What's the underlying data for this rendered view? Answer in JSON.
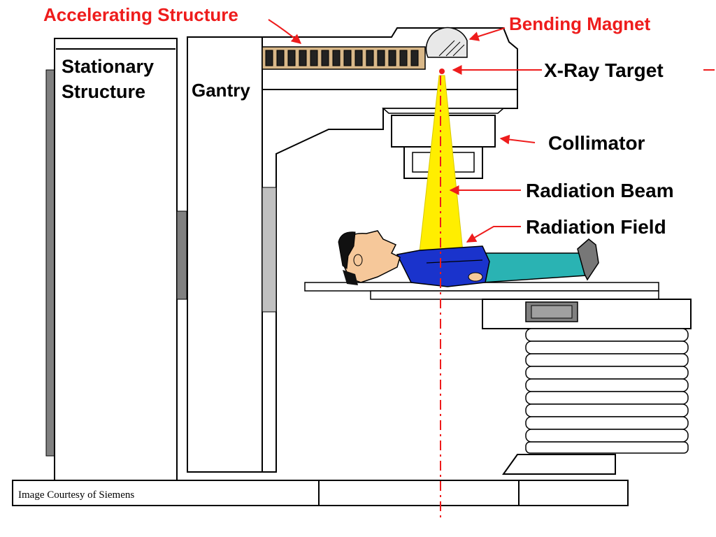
{
  "labels": {
    "accelerating_structure": "Accelerating Structure",
    "bending_magnet": "Bending Magnet",
    "xray_target": "X-Ray Target",
    "collimator": "Collimator",
    "radiation_beam": "Radiation Beam",
    "radiation_field": "Radiation Field",
    "stationary_line1": "Stationary",
    "stationary_line2": "Structure",
    "gantry": "Gantry"
  },
  "credit": "Image Courtesy of Siemens",
  "colors": {
    "red_label": "#ee1c1c",
    "black_label": "#000000",
    "beam": "#ffee00",
    "shirt": "#1a33cc",
    "pants": "#2ab3b3",
    "skin": "#f6c89a",
    "hair": "#111111",
    "panel_gray": "#808080",
    "light_gray": "#c0c0c0"
  }
}
